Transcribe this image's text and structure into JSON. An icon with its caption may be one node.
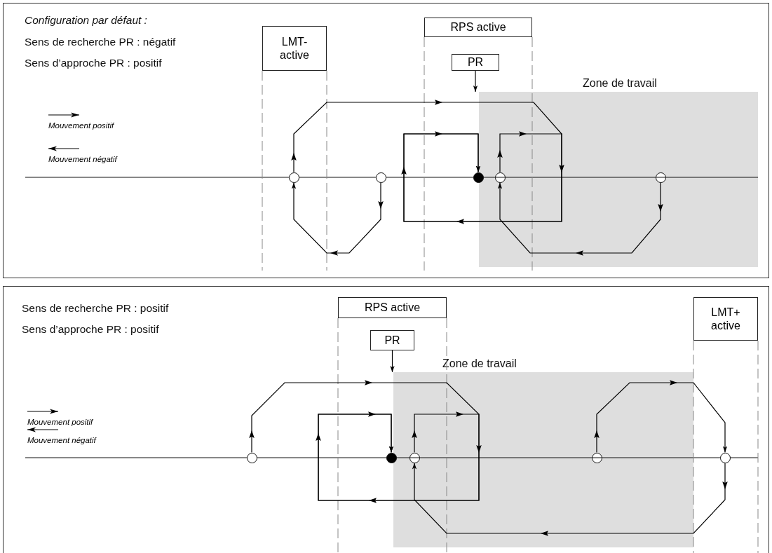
{
  "diagram": {
    "nodes": [
      {
        "text": [
          "Configuration par défaut :",
          "Sens de recherche PR : négatif",
          "Sens d’approche PR : positif"
        ]
      },
      {
        "text": [
          "LMT- active"
        ],
        "in": 0
      },
      {
        "text": [
          "RPS active"
        ],
        "in": 0
      },
      {
        "text": [
          "PR"
        ],
        "in": 0
      },
      {
        "text": [
          "Zone de travail"
        ],
        "in": 0
      },
      {
        "text": [],
        "shape": "circle",
        "in": 0
      },
      {
        "text": [],
        "shape": "circle",
        "in": 0
      },
      {
        "text": [],
        "shape": "dot",
        "in": 0
      },
      {
        "text": [],
        "shape": "circle",
        "in": 4
      },
      {
        "text": [],
        "shape": "circle",
        "in": 4
      },
      {
        "text": [
          "Sens de recherche PR : positif",
          "Sens d’approche PR : positif"
        ]
      },
      {
        "text": [
          "RPS active"
        ],
        "in": 10
      },
      {
        "text": [
          "PR"
        ],
        "in": 10
      },
      {
        "text": [
          "LMT+ active"
        ],
        "in": 10
      },
      {
        "text": [
          "Zone de travail"
        ],
        "in": 10
      },
      {
        "text": [],
        "shape": "circle",
        "in": 10
      },
      {
        "text": [],
        "shape": "dot",
        "in": 10
      },
      {
        "text": [],
        "shape": "circle",
        "in": 14
      },
      {
        "text": [],
        "shape": "circle",
        "in": 14
      },
      {
        "text": [],
        "shape": "circle",
        "in": 10
      }
    ],
    "edges": [
      {
        "from": 5,
        "to": 7,
        "arrow": "to"
      },
      {
        "from": 6,
        "to": 5,
        "arrow": "to"
      },
      {
        "from": 8,
        "to": 7,
        "arrow": "to"
      },
      {
        "from": 9,
        "to": 8,
        "arrow": "to"
      },
      {
        "from": 3,
        "to": 4,
        "arrow": "to"
      },
      {
        "from": 15,
        "to": 16,
        "arrow": "to"
      },
      {
        "from": 17,
        "to": 16,
        "arrow": "to"
      },
      {
        "from": 18,
        "to": 19,
        "arrow": "to"
      },
      {
        "from": 19,
        "to": 17,
        "arrow": "to"
      },
      {
        "from": 12,
        "to": 14,
        "arrow": "to"
      }
    ],
    "legend": [
      {
        "text": "Mouvement positif"
      },
      {
        "text": "Mouvement négatif"
      },
      {
        "text": "Mouvement positif"
      },
      {
        "text": "Mouvement négatif"
      }
    ]
  }
}
